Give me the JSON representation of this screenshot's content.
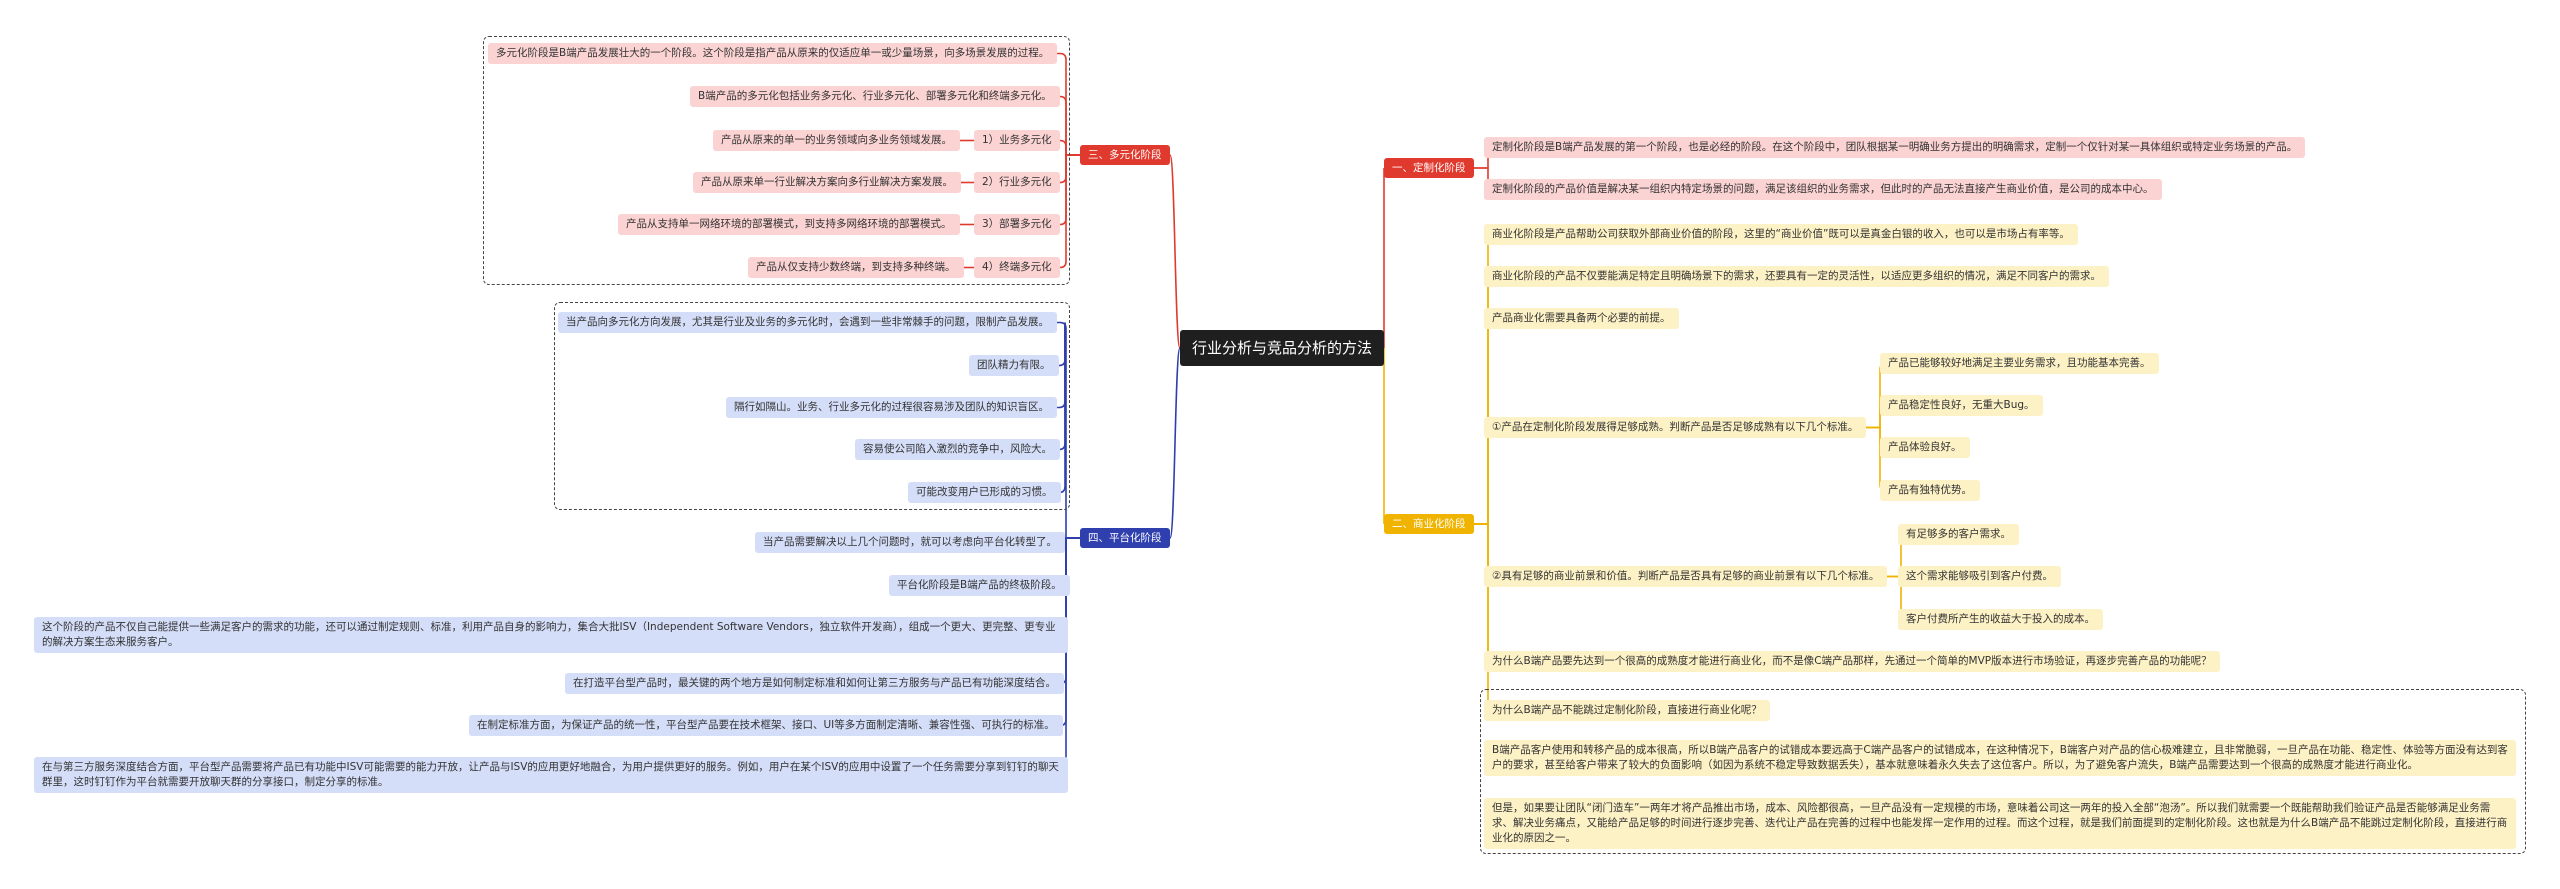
{
  "colors": {
    "red": "#e03a2e",
    "orange": "#f0b400",
    "blue": "#2f3fae",
    "pink": "#fbd3d3",
    "yellow": "#fdf1c6",
    "lightblue": "#d5def8"
  },
  "root": {
    "title": "行业分析与竞品分析的方法"
  },
  "b1": {
    "label": "一、定制化阶段",
    "items": [
      "定制化阶段是B端产品发展的第一个阶段，也是必经的阶段。在这个阶段中，团队根据某一明确业务方提出的明确需求，定制一个仅针对某一具体组织或特定业务场景的产品。",
      "定制化阶段的产品价值是解决某一组织内特定场景的问题，满足该组织的业务需求，但此时的产品无法直接产生商业价值，是公司的成本中心。"
    ]
  },
  "b2": {
    "label": "二、商业化阶段",
    "intro": [
      "商业化阶段是产品帮助公司获取外部商业价值的阶段，这里的“商业价值”既可以是真金白银的收入，也可以是市场占有率等。",
      "商业化阶段的产品不仅要能满足特定且明确场景下的需求，还要具有一定的灵活性，以适应更多组织的情况，满足不同客户的需求。",
      "产品商业化需要具备两个必要的前提。"
    ],
    "p1": {
      "text": "①产品在定制化阶段发展得足够成熟。判断产品是否足够成熟有以下几个标准。",
      "items": [
        "产品已能够较好地满足主要业务需求，且功能基本完善。",
        "产品稳定性良好，无重大Bug。",
        "产品体验良好。",
        "产品有独特优势。"
      ]
    },
    "p2": {
      "text": "②具有足够的商业前景和价值。判断产品是否具有足够的商业前景有以下几个标准。",
      "items": [
        "有足够多的客户需求。",
        "这个需求能够吸引到客户付费。",
        "客户付费所产生的收益大于投入的成本。"
      ]
    },
    "question": "为什么B端产品要先达到一个很高的成熟度才能进行商业化，而不是像C端产品那样，先通过一个简单的MVP版本进行市场验证，再逐步完善产品的功能呢？",
    "box": [
      "为什么B端产品不能跳过定制化阶段，直接进行商业化呢？",
      "B端产品客户使用和转移产品的成本很高，所以B端产品客户的试错成本要远高于C端产品客户的试错成本，在这种情况下，B端客户对产品的信心极难建立，且非常脆弱，一旦产品在功能、稳定性、体验等方面没有达到客户的要求，甚至给客户带来了较大的负面影响（如因为系统不稳定导致数据丢失），基本就意味着永久失去了这位客户。所以，为了避免客户流失，B端产品需要达到一个很高的成熟度才能进行商业化。",
      "但是，如果要让团队“闭门造车”一两年才将产品推出市场，成本、风险都很高，一旦产品没有一定规模的市场，意味着公司这一两年的投入全部“泡汤”。所以我们就需要一个既能帮助我们验证产品是否能够满足业务需求、解决业务痛点，又能给产品足够的时间进行逐步完善、迭代让产品在完善的过程中也能发挥一定作用的过程。而这个过程，就是我们前面提到的定制化阶段。这也就是为什么B端产品不能跳过定制化阶段，直接进行商业化的原因之一。"
    ]
  },
  "b3": {
    "label": "三、多元化阶段",
    "items": [
      "多元化阶段是B端产品发展壮大的一个阶段。这个阶段是指产品从原来的仅适应单一或少量场景，向多场景发展的过程。",
      "B端产品的多元化包括业务多元化、行业多元化、部署多元化和终端多元化。"
    ],
    "subs": [
      {
        "label": "1）业务多元化",
        "text": "产品从原来的单一的业务领域向多业务领域发展。"
      },
      {
        "label": "2）行业多元化",
        "text": "产品从原来单一行业解决方案向多行业解决方案发展。"
      },
      {
        "label": "3）部署多元化",
        "text": "产品从支持单一网络环境的部署模式，到支持多网络环境的部署模式。"
      },
      {
        "label": "4）终端多元化",
        "text": "产品从仅支持少数终端，到支持多种终端。"
      }
    ]
  },
  "b4": {
    "label": "四、平台化阶段",
    "head": "当产品向多元化方向发展，尤其是行业及业务的多元化时，会遇到一些非常棘手的问题，限制产品发展。",
    "problems": [
      "团队精力有限。",
      "隔行如隔山。业务、行业多元化的过程很容易涉及团队的知识盲区。",
      "容易使公司陷入激烈的竞争中，风险大。",
      "可能改变用户已形成的习惯。"
    ],
    "items": [
      "当产品需要解决以上几个问题时，就可以考虑向平台化转型了。",
      "平台化阶段是B端产品的终极阶段。",
      "这个阶段的产品不仅自己能提供一些满足客户的需求的功能，还可以通过制定规则、标准，利用产品自身的影响力，集合大批ISV（Independent Software Vendors，独立软件开发商），组成一个更大、更完整、更专业的解决方案生态来服务客户。",
      "在打造平台型产品时，最关键的两个地方是如何制定标准和如何让第三方服务与产品已有功能深度结合。",
      "在制定标准方面，为保证产品的统一性，平台型产品要在技术框架、接口、UI等多方面制定清晰、兼容性强、可执行的标准。",
      "在与第三方服务深度结合方面，平台型产品需要将产品已有功能中ISV可能需要的能力开放，让产品与ISV的应用更好地融合，为用户提供更好的服务。例如，用户在某个ISV的应用中设置了一个任务需要分享到钉钉的聊天群里，这时钉钉作为平台就需要开放聊天群的分享接口，制定分享的标准。"
    ]
  }
}
